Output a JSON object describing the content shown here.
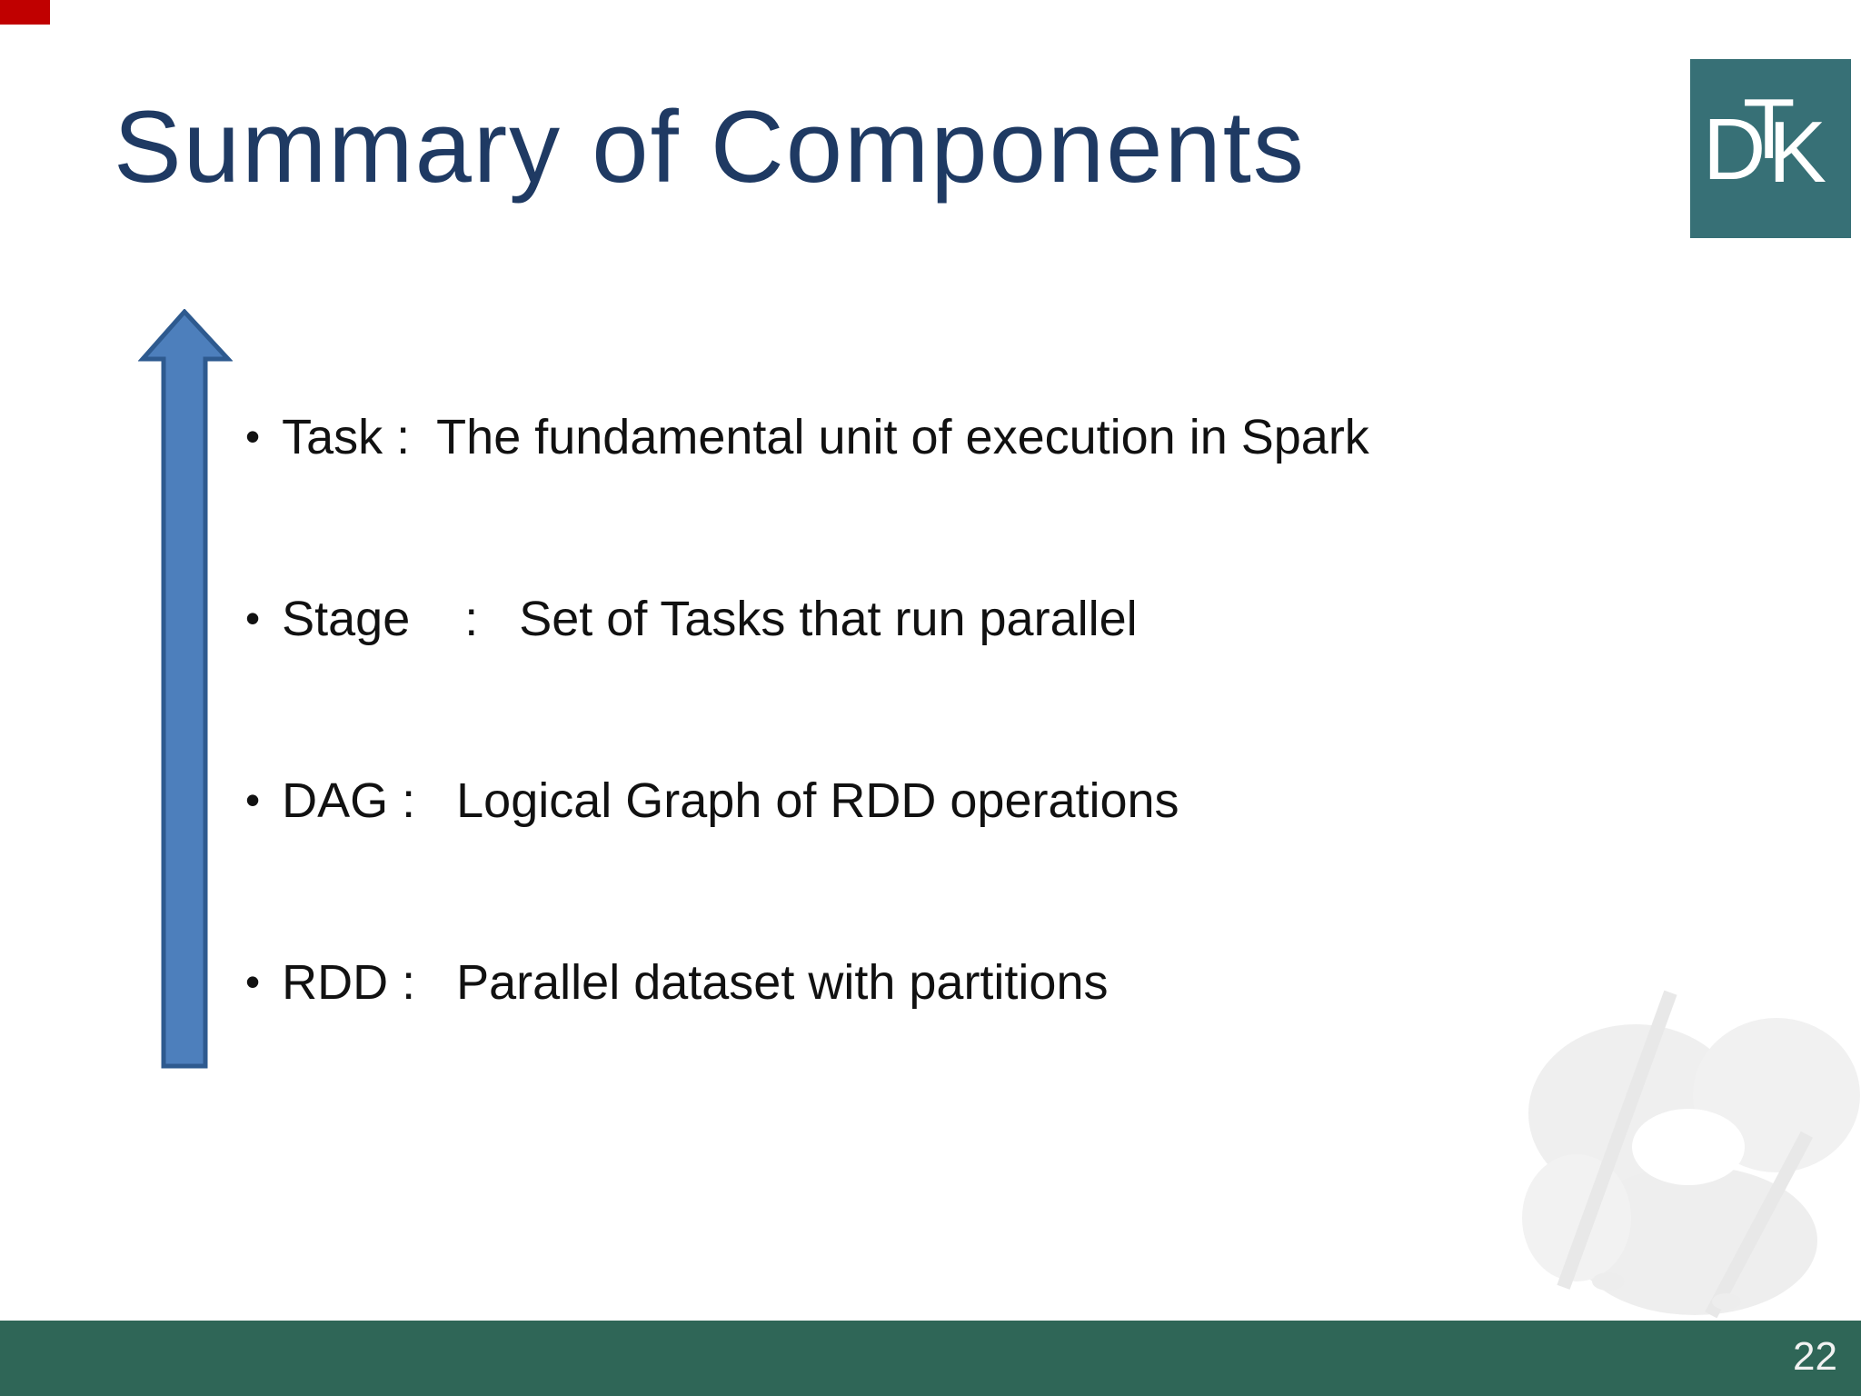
{
  "slide_title": "Summary of Components",
  "logo": {
    "letters": [
      "D",
      "T",
      "K"
    ]
  },
  "bullets": {
    "glyph": "•",
    "items": [
      "Task :  The fundamental unit of execution in Spark",
      "Stage    :   Set of Tasks that run parallel",
      "DAG :   Logical Graph of RDD operations",
      "RDD :   Parallel dataset with partitions"
    ]
  },
  "footer": {
    "page_number": "22"
  },
  "icons": {
    "up_arrow": "up-arrow",
    "watermark": "hands-holding-drumsticks-watermark"
  },
  "colors": {
    "title": "#1F3A63",
    "text": "#111111",
    "logo-teal": "#377076",
    "footer-green": "#2F6657",
    "arrow-fill": "#4D7FBC",
    "arrow-border": "#2E5A8F",
    "page-number": "#F2F2F2",
    "marker-red": "#C00000",
    "watermark-gray": "#ECECEC"
  }
}
